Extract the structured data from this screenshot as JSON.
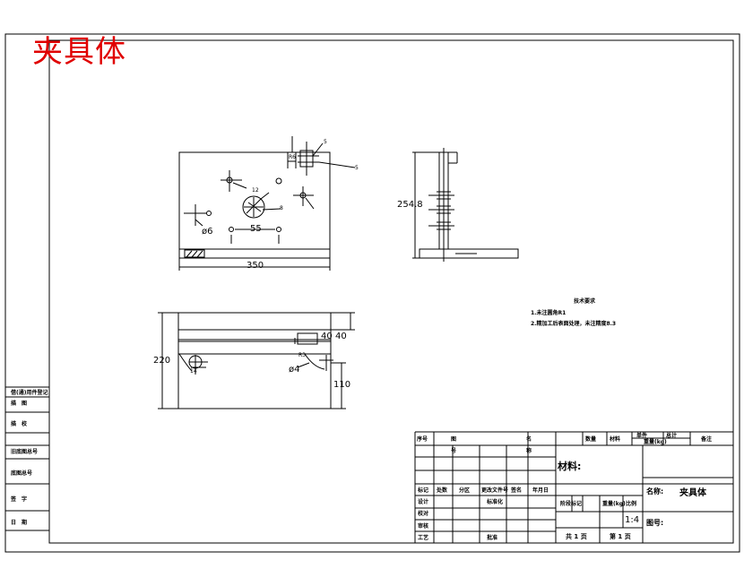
{
  "title": "夹具体",
  "colors": {
    "title": "#e00000",
    "line": "#000000"
  },
  "dimensions": {
    "top_view": {
      "hole": "ø6",
      "spacing": "55",
      "width": "350",
      "side": "R6",
      "r5a": "5",
      "r5b": "5",
      "r12": "12",
      "r8": "8"
    },
    "side_view": {
      "height": "254.8"
    },
    "front_view": {
      "height": "220",
      "d40a": "40",
      "d40b": "40",
      "hole": "ø4",
      "bottom": "110",
      "r14": "14",
      "r3": "R3"
    }
  },
  "tech_requirements": {
    "title": "技术要求",
    "items": [
      "1.未注圆角R1",
      "2.精加工后表面处理，未注精度8.3"
    ]
  },
  "left_strip": [
    "借(通)用件登记",
    "描　图",
    "描　校",
    "旧底图总号",
    "底图总号",
    "签　字",
    "日　期"
  ],
  "title_block": {
    "material_label": "材料:",
    "name_label": "名称:",
    "name_value": "夹具体",
    "drawing_no_label": "图号:",
    "scale": "1:4",
    "sheets_total": "共 1 页",
    "sheet_no": "第 1 页",
    "bom_header": [
      "序号",
      "图",
      "号",
      "名",
      "称",
      "数量",
      "材料",
      "单件",
      "总计",
      "重量(kg)",
      "备注"
    ],
    "sign_cols": [
      "标记",
      "处数",
      "分区",
      "更改文件号",
      "签名",
      "年月日"
    ],
    "sign_rows": [
      "设计",
      "校对",
      "审核",
      "工艺"
    ],
    "std_label": "标准化",
    "approve_label": "批准",
    "stage_labels": [
      "阶段标记",
      "重量(kg)",
      "比例"
    ]
  }
}
